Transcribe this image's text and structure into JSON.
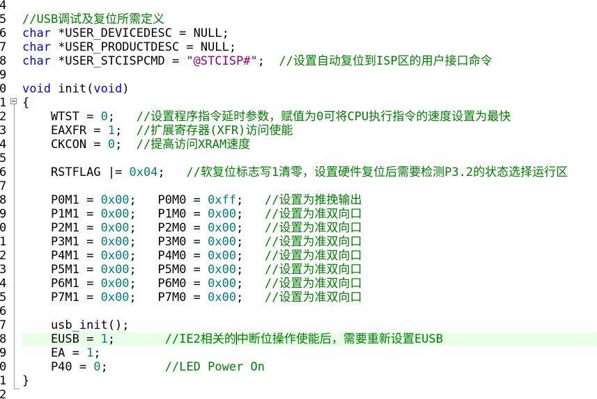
{
  "editor": {
    "lines": [
      {
        "ln": "4",
        "parts": []
      },
      {
        "ln": "5",
        "parts": [
          {
            "t": "//USB调试及复位所需定义",
            "c": "cm"
          }
        ]
      },
      {
        "ln": "6",
        "parts": [
          {
            "t": "char",
            "c": "kw"
          },
          {
            "t": " *USER_DEVICEDESC = NULL;",
            "c": ""
          }
        ]
      },
      {
        "ln": "7",
        "parts": [
          {
            "t": "char",
            "c": "kw"
          },
          {
            "t": " *USER_PRODUCTDESC = NULL;",
            "c": ""
          }
        ]
      },
      {
        "ln": "8",
        "parts": [
          {
            "t": "char",
            "c": "kw"
          },
          {
            "t": " *USER_STCISPCMD = ",
            "c": ""
          },
          {
            "t": "\"@STCISP#\"",
            "c": "str"
          },
          {
            "t": ";  ",
            "c": ""
          },
          {
            "t": "//设置自动复位到ISP区的用户接口命令",
            "c": "cm"
          }
        ]
      },
      {
        "ln": "9",
        "parts": []
      },
      {
        "ln": "0",
        "parts": [
          {
            "t": "void",
            "c": "kw"
          },
          {
            "t": " init(",
            "c": ""
          },
          {
            "t": "void",
            "c": "kw"
          },
          {
            "t": ")",
            "c": ""
          }
        ]
      },
      {
        "ln": "1",
        "parts": [
          {
            "t": "{",
            "c": ""
          }
        ]
      },
      {
        "ln": "2",
        "parts": [
          {
            "t": "    WTST = ",
            "c": ""
          },
          {
            "t": "0",
            "c": "num"
          },
          {
            "t": ";   ",
            "c": ""
          },
          {
            "t": "//设置程序指令延时参数，赋值为0可将CPU执行指令的速度设置为最快",
            "c": "cm"
          }
        ]
      },
      {
        "ln": "3",
        "parts": [
          {
            "t": "    EAXFR = ",
            "c": ""
          },
          {
            "t": "1",
            "c": "num"
          },
          {
            "t": ";  ",
            "c": ""
          },
          {
            "t": "//扩展寄存器(XFR)访问使能",
            "c": "cm"
          }
        ]
      },
      {
        "ln": "4",
        "parts": [
          {
            "t": "    CKCON = ",
            "c": ""
          },
          {
            "t": "0",
            "c": "num"
          },
          {
            "t": ";  ",
            "c": ""
          },
          {
            "t": "//提高访问XRAM速度",
            "c": "cm"
          }
        ]
      },
      {
        "ln": "5",
        "parts": []
      },
      {
        "ln": "6",
        "parts": [
          {
            "t": "    RSTFLAG |= ",
            "c": ""
          },
          {
            "t": "0x04",
            "c": "num"
          },
          {
            "t": ";   ",
            "c": ""
          },
          {
            "t": "//软复位标志写1清零，设置硬件复位后需要检测P3.2的状态选择运行区",
            "c": "cm"
          }
        ]
      },
      {
        "ln": "7",
        "parts": []
      },
      {
        "ln": "8",
        "parts": [
          {
            "t": "    P0M1 = ",
            "c": ""
          },
          {
            "t": "0x00",
            "c": "num"
          },
          {
            "t": ";   P0M0 = ",
            "c": ""
          },
          {
            "t": "0xff",
            "c": "num"
          },
          {
            "t": ";   ",
            "c": ""
          },
          {
            "t": "//设置为推挽输出",
            "c": "cm"
          }
        ]
      },
      {
        "ln": "9",
        "parts": [
          {
            "t": "    P1M1 = ",
            "c": ""
          },
          {
            "t": "0x00",
            "c": "num"
          },
          {
            "t": ";   P1M0 = ",
            "c": ""
          },
          {
            "t": "0x00",
            "c": "num"
          },
          {
            "t": ";   ",
            "c": ""
          },
          {
            "t": "//设置为准双向口",
            "c": "cm"
          }
        ]
      },
      {
        "ln": "0",
        "parts": [
          {
            "t": "    P2M1 = ",
            "c": ""
          },
          {
            "t": "0x00",
            "c": "num"
          },
          {
            "t": ";   P2M0 = ",
            "c": ""
          },
          {
            "t": "0x00",
            "c": "num"
          },
          {
            "t": ";   ",
            "c": ""
          },
          {
            "t": "//设置为准双向口",
            "c": "cm"
          }
        ]
      },
      {
        "ln": "1",
        "parts": [
          {
            "t": "    P3M1 = ",
            "c": ""
          },
          {
            "t": "0x00",
            "c": "num"
          },
          {
            "t": ";   P3M0 = ",
            "c": ""
          },
          {
            "t": "0x00",
            "c": "num"
          },
          {
            "t": ";   ",
            "c": ""
          },
          {
            "t": "//设置为准双向口",
            "c": "cm"
          }
        ]
      },
      {
        "ln": "2",
        "parts": [
          {
            "t": "    P4M1 = ",
            "c": ""
          },
          {
            "t": "0x00",
            "c": "num"
          },
          {
            "t": ";   P4M0 = ",
            "c": ""
          },
          {
            "t": "0x00",
            "c": "num"
          },
          {
            "t": ";   ",
            "c": ""
          },
          {
            "t": "//设置为准双向口",
            "c": "cm"
          }
        ]
      },
      {
        "ln": "3",
        "parts": [
          {
            "t": "    P5M1 = ",
            "c": ""
          },
          {
            "t": "0x00",
            "c": "num"
          },
          {
            "t": ";   P5M0 = ",
            "c": ""
          },
          {
            "t": "0x00",
            "c": "num"
          },
          {
            "t": ";   ",
            "c": ""
          },
          {
            "t": "//设置为准双向口",
            "c": "cm"
          }
        ]
      },
      {
        "ln": "4",
        "parts": [
          {
            "t": "    P6M1 = ",
            "c": ""
          },
          {
            "t": "0x00",
            "c": "num"
          },
          {
            "t": ";   P6M0 = ",
            "c": ""
          },
          {
            "t": "0x00",
            "c": "num"
          },
          {
            "t": ";   ",
            "c": ""
          },
          {
            "t": "//设置为准双向口",
            "c": "cm"
          }
        ]
      },
      {
        "ln": "5",
        "parts": [
          {
            "t": "    P7M1 = ",
            "c": ""
          },
          {
            "t": "0x00",
            "c": "num"
          },
          {
            "t": ";   P7M0 = ",
            "c": ""
          },
          {
            "t": "0x00",
            "c": "num"
          },
          {
            "t": ";   ",
            "c": ""
          },
          {
            "t": "//设置为准双向口",
            "c": "cm"
          }
        ]
      },
      {
        "ln": "6",
        "parts": []
      },
      {
        "ln": "7",
        "parts": [
          {
            "t": "    usb_init();",
            "c": ""
          }
        ]
      },
      {
        "ln": "8",
        "active": true,
        "parts": [
          {
            "t": "    EUSB = ",
            "c": ""
          },
          {
            "t": "1",
            "c": "num"
          },
          {
            "t": ";       ",
            "c": ""
          },
          {
            "t": "//IE2相关的",
            "c": "cm"
          },
          {
            "t": "",
            "c": "caret"
          },
          {
            "t": "中断位操作使能后，需要重新设置EUSB",
            "c": "cm"
          }
        ]
      },
      {
        "ln": "9",
        "parts": [
          {
            "t": "    EA = ",
            "c": ""
          },
          {
            "t": "1",
            "c": "num"
          },
          {
            "t": ";",
            "c": ""
          }
        ]
      },
      {
        "ln": "0",
        "parts": [
          {
            "t": "    P40 = ",
            "c": ""
          },
          {
            "t": "0",
            "c": "num"
          },
          {
            "t": ";        ",
            "c": ""
          },
          {
            "t": "//LED Power On",
            "c": "cm"
          }
        ]
      },
      {
        "ln": "1",
        "parts": [
          {
            "t": "}",
            "c": ""
          }
        ]
      },
      {
        "ln": "2",
        "parts": []
      }
    ],
    "colors": {
      "keyword": "#0000ff",
      "comment": "#008000",
      "number": "#008080",
      "string": "#8b008b",
      "active_line": "#e8ffe8"
    }
  }
}
